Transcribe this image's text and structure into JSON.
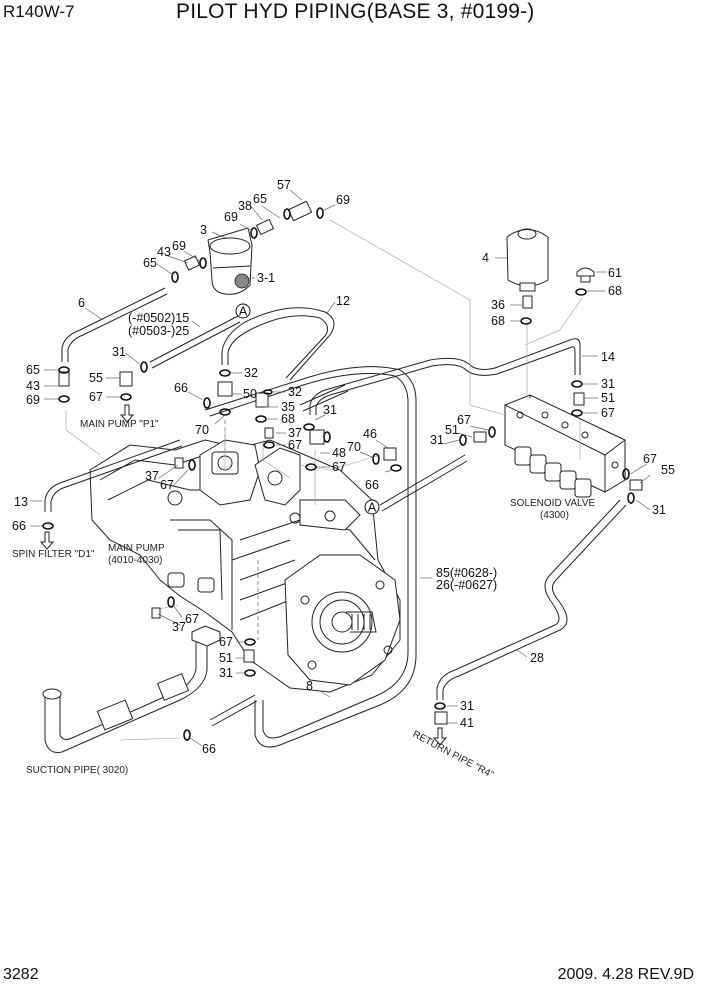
{
  "header": {
    "model": "R140W-7",
    "title": "PILOT HYD PIPING(BASE 3, #0199-)"
  },
  "footer": {
    "page_number": "3282",
    "revision": "2009. 4.28  REV.9D"
  },
  "callout_letter": "A",
  "notes": {
    "main_pump_p1": "MAIN PUMP \"P1\"",
    "spin_filter": "SPIN FILTER \"D1\"",
    "main_pump": "MAIN PUMP",
    "main_pump_code": "(4010-4030)",
    "suction_pipe": "SUCTION PIPE( 3020)",
    "solenoid_valve": "SOLENOID VALVE",
    "solenoid_valve_code": "(4300)",
    "return_pipe": "RETURN PIPE \"R4\"",
    "hose_15_25_line1": "(-#0502)15",
    "hose_15_25_line2": "(#0503-)25",
    "hose_85_26_line1": "85(#0628-)",
    "hose_85_26_line2": "26(-#0627)"
  },
  "part_labels": [
    {
      "id": "p57",
      "text": "57"
    },
    {
      "id": "p69a",
      "text": "69"
    },
    {
      "id": "p38",
      "text": "38"
    },
    {
      "id": "p65a",
      "text": "65"
    },
    {
      "id": "p69b",
      "text": "69"
    },
    {
      "id": "p3",
      "text": "3"
    },
    {
      "id": "p69c",
      "text": "69"
    },
    {
      "id": "p43a",
      "text": "43"
    },
    {
      "id": "p65b",
      "text": "65"
    },
    {
      "id": "p3-1",
      "text": "3-1"
    },
    {
      "id": "p6",
      "text": "6"
    },
    {
      "id": "p12",
      "text": "12"
    },
    {
      "id": "p4",
      "text": "4"
    },
    {
      "id": "p61",
      "text": "61"
    },
    {
      "id": "p68a",
      "text": "68"
    },
    {
      "id": "p36",
      "text": "36"
    },
    {
      "id": "p68b",
      "text": "68"
    },
    {
      "id": "p14",
      "text": "14"
    },
    {
      "id": "p31a",
      "text": "31"
    },
    {
      "id": "p51a",
      "text": "51"
    },
    {
      "id": "p67a",
      "text": "67"
    },
    {
      "id": "p31b",
      "text": "31"
    },
    {
      "id": "p65c",
      "text": "65"
    },
    {
      "id": "p43b",
      "text": "43"
    },
    {
      "id": "p69d",
      "text": "69"
    },
    {
      "id": "p55a",
      "text": "55"
    },
    {
      "id": "p67b",
      "text": "67"
    },
    {
      "id": "p66a",
      "text": "66"
    },
    {
      "id": "p32a",
      "text": "32"
    },
    {
      "id": "p50",
      "text": "50"
    },
    {
      "id": "p32b",
      "text": "32"
    },
    {
      "id": "p35",
      "text": "35"
    },
    {
      "id": "p68c",
      "text": "68"
    },
    {
      "id": "p70a",
      "text": "70"
    },
    {
      "id": "p37a",
      "text": "37"
    },
    {
      "id": "p67c",
      "text": "67"
    },
    {
      "id": "p31c",
      "text": "31"
    },
    {
      "id": "p48",
      "text": "48"
    },
    {
      "id": "p67d",
      "text": "67"
    },
    {
      "id": "p46",
      "text": "46"
    },
    {
      "id": "p70b",
      "text": "70"
    },
    {
      "id": "p66b",
      "text": "66"
    },
    {
      "id": "p67e",
      "text": "67"
    },
    {
      "id": "p51b",
      "text": "51"
    },
    {
      "id": "p31d",
      "text": "31"
    },
    {
      "id": "p37b",
      "text": "37"
    },
    {
      "id": "p67f",
      "text": "67"
    },
    {
      "id": "p13",
      "text": "13"
    },
    {
      "id": "p66c",
      "text": "66"
    },
    {
      "id": "p67g",
      "text": "67"
    },
    {
      "id": "p55b",
      "text": "55"
    },
    {
      "id": "p31e",
      "text": "31"
    },
    {
      "id": "p67h",
      "text": "67"
    },
    {
      "id": "p37c",
      "text": "37"
    },
    {
      "id": "p67i",
      "text": "67"
    },
    {
      "id": "p51c",
      "text": "51"
    },
    {
      "id": "p31f",
      "text": "31"
    },
    {
      "id": "p8",
      "text": "8"
    },
    {
      "id": "p66d",
      "text": "66"
    },
    {
      "id": "p28",
      "text": "28"
    },
    {
      "id": "p31g",
      "text": "31"
    },
    {
      "id": "p41",
      "text": "41"
    }
  ]
}
